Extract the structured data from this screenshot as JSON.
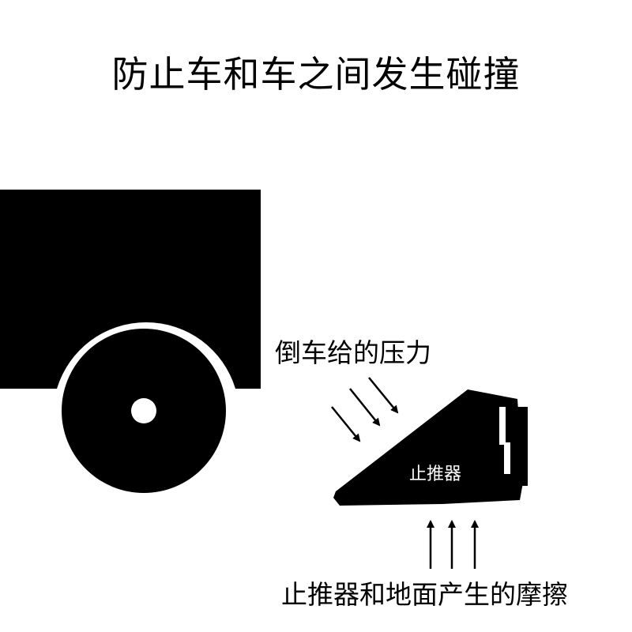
{
  "title": "防止车和车之间发生碰撞",
  "labels": {
    "pressure": "倒车给的压力",
    "chock": "止推器",
    "friction": "止推器和地面产生的摩擦"
  },
  "colors": {
    "foreground": "#000000",
    "background": "#ffffff"
  },
  "icons": {
    "truck": "truck-rear-silhouette-icon",
    "wheel": "wheel-icon",
    "chock": "wheel-chock-icon",
    "pressure_arrows": "diagonal-arrow-icon",
    "friction_arrows": "up-arrow-icon"
  }
}
